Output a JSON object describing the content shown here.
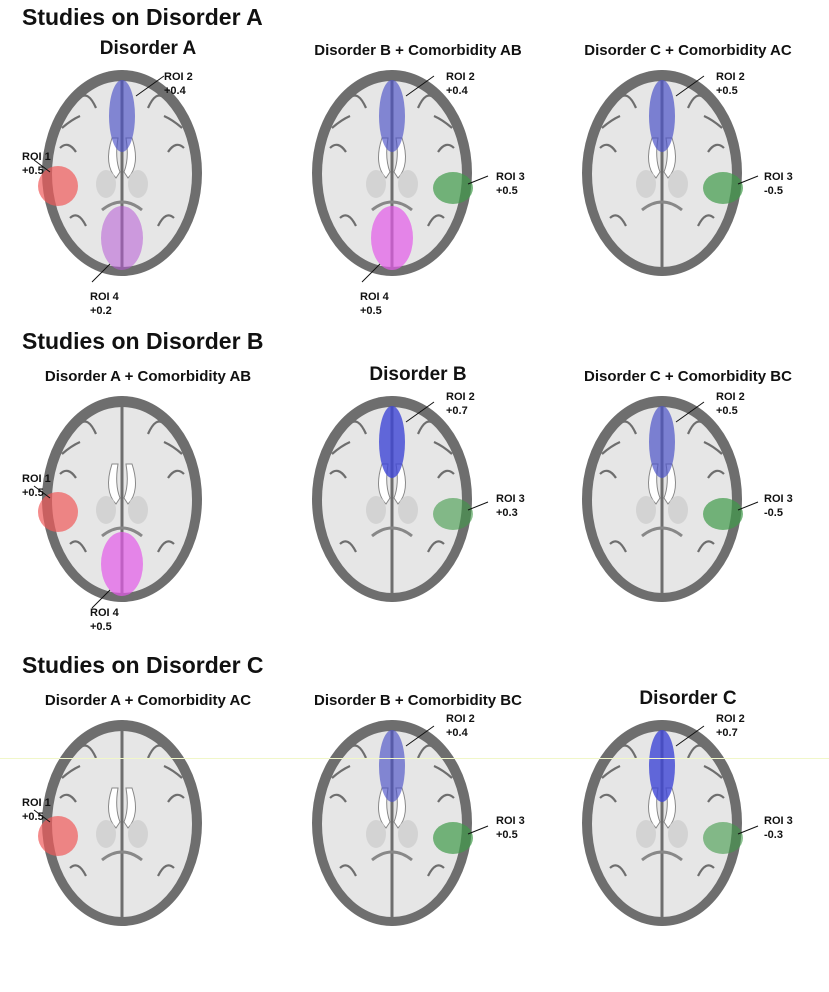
{
  "sections": [
    {
      "title": "Studies on Disorder A",
      "panels": [
        {
          "title": "Disorder A",
          "emphasis": true,
          "rois": [
            {
              "name": "ROI 2",
              "value": "+0.4",
              "region": "medial-frontal",
              "color": "#4b52c8",
              "intensity": 0.4
            },
            {
              "name": "ROI 1",
              "value": "+0.5",
              "region": "left-temporal",
              "color": "#ef5a5a",
              "intensity": 0.5
            },
            {
              "name": "ROI 4",
              "value": "+0.2",
              "region": "occipital",
              "color": "#b65ad6",
              "intensity": 0.2
            }
          ]
        },
        {
          "title": "Disorder B + Comorbidity AB",
          "emphasis": false,
          "rois": [
            {
              "name": "ROI 2",
              "value": "+0.4",
              "region": "medial-frontal",
              "color": "#4b52c8",
              "intensity": 0.4
            },
            {
              "name": "ROI 3",
              "value": "+0.5",
              "region": "right-temporal",
              "color": "#3f9a48",
              "intensity": 0.5
            },
            {
              "name": "ROI 4",
              "value": "+0.5",
              "region": "occipital",
              "color": "#e35ae8",
              "intensity": 0.5
            }
          ]
        },
        {
          "title": "Disorder C + Comorbidity AC",
          "emphasis": false,
          "rois": [
            {
              "name": "ROI 2",
              "value": "+0.5",
              "region": "medial-frontal",
              "color": "#4b52c8",
              "intensity": 0.5
            },
            {
              "name": "ROI 3",
              "value": "-0.5",
              "region": "right-temporal",
              "color": "#3f9a48",
              "intensity": 0.5
            }
          ]
        }
      ]
    },
    {
      "title": "Studies on Disorder B",
      "panels": [
        {
          "title": "Disorder A + Comorbidity AB",
          "emphasis": false,
          "rois": [
            {
              "name": "ROI 1",
              "value": "+0.5",
              "region": "left-temporal",
              "color": "#ef5a5a",
              "intensity": 0.5
            },
            {
              "name": "ROI 4",
              "value": "+0.5",
              "region": "occipital",
              "color": "#e35ae8",
              "intensity": 0.5
            }
          ]
        },
        {
          "title": "Disorder B",
          "emphasis": true,
          "rois": [
            {
              "name": "ROI 2",
              "value": "+0.7",
              "region": "medial-frontal",
              "color": "#3f46d6",
              "intensity": 0.7
            },
            {
              "name": "ROI 3",
              "value": "+0.3",
              "region": "right-temporal",
              "color": "#3f9a48",
              "intensity": 0.3
            }
          ]
        },
        {
          "title": "Disorder C + Comorbidity BC",
          "emphasis": false,
          "rois": [
            {
              "name": "ROI 2",
              "value": "+0.5",
              "region": "medial-frontal",
              "color": "#4b52c8",
              "intensity": 0.5
            },
            {
              "name": "ROI 3",
              "value": "-0.5",
              "region": "right-temporal",
              "color": "#3f9a48",
              "intensity": 0.5
            }
          ]
        }
      ]
    },
    {
      "title": "Studies on Disorder C",
      "panels": [
        {
          "title": "Disorder A + Comorbidity AC",
          "emphasis": false,
          "rois": [
            {
              "name": "ROI 1",
              "value": "+0.5",
              "region": "left-temporal",
              "color": "#ef5a5a",
              "intensity": 0.5
            }
          ]
        },
        {
          "title": "Disorder B + Comorbidity BC",
          "emphasis": false,
          "rois": [
            {
              "name": "ROI 2",
              "value": "+0.4",
              "region": "medial-frontal",
              "color": "#4b52c8",
              "intensity": 0.4
            },
            {
              "name": "ROI 3",
              "value": "+0.5",
              "region": "right-temporal",
              "color": "#3f9a48",
              "intensity": 0.5
            }
          ]
        },
        {
          "title": "Disorder C",
          "emphasis": true,
          "rois": [
            {
              "name": "ROI 2",
              "value": "+0.7",
              "region": "medial-frontal",
              "color": "#3f46d6",
              "intensity": 0.7
            },
            {
              "name": "ROI 3",
              "value": "-0.3",
              "region": "right-temporal",
              "color": "#3f9a48",
              "intensity": 0.3
            }
          ]
        }
      ]
    }
  ],
  "colors": {
    "brain_cortex": "#6e6e6e",
    "white_matter": "#e6e6e6",
    "ventricle": "#ffffff",
    "background": "#ffffff"
  }
}
